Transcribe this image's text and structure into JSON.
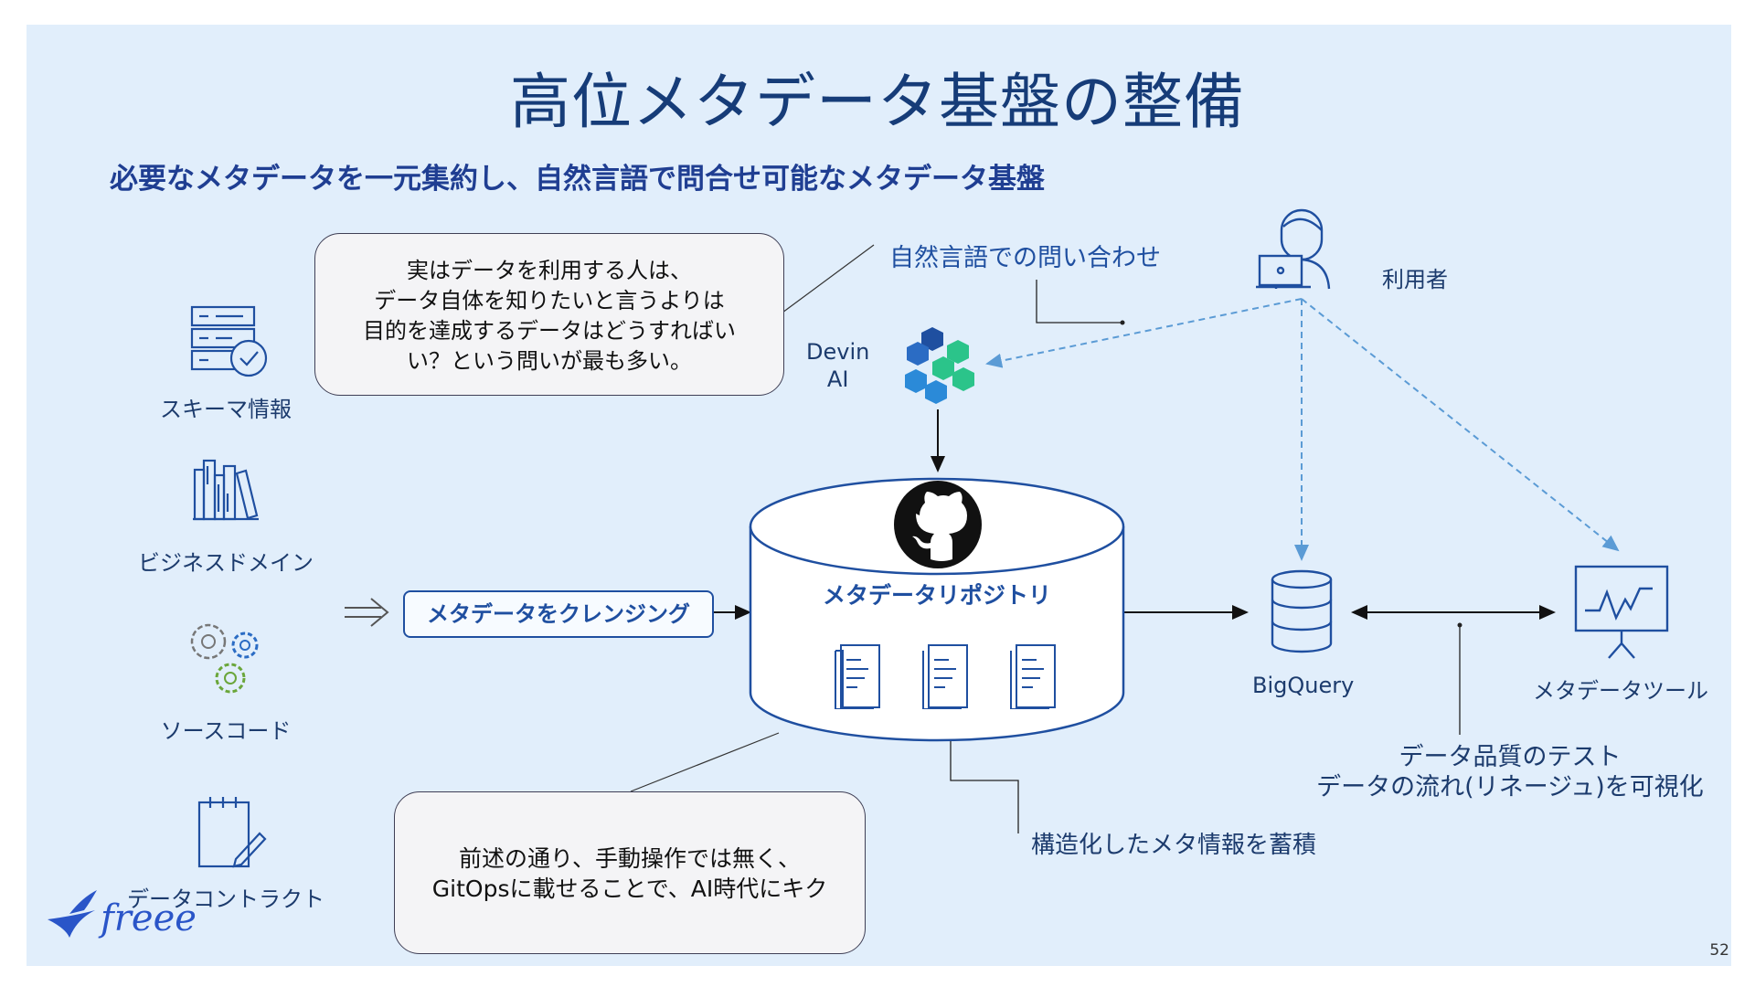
{
  "slide": {
    "title": "高位メタデータ基盤の整備",
    "subtitle": "必要なメタデータを一元集約し、自然言語で問合せ可能なメタデータ基盤",
    "page_number": "52"
  },
  "bubbles": {
    "top_lines": [
      "実はデータを利用する人は、",
      "データ自体を知りたいと言うよりは",
      "目的を達成するデータはどうすればい",
      "い？という問いが最も多い。"
    ],
    "bottom_lines": [
      "前述の通り、手動操作では無く、",
      "GitOpsに載せることで、AI時代にキク"
    ]
  },
  "sources": [
    {
      "label": "スキーマ情報",
      "icon": "schema-server-check-icon"
    },
    {
      "label": "ビジネスドメイン",
      "icon": "books-icon"
    },
    {
      "label": "ソースコード",
      "icon": "gears-icon"
    },
    {
      "label": "データコントラクト",
      "icon": "notepad-pencil-icon"
    }
  ],
  "labels": {
    "natural_language_query": "自然言語での問い合わせ",
    "user": "利用者",
    "devin_line1": "Devin",
    "devin_line2": "AI",
    "cleansing": "メタデータをクレンジング",
    "repository": "メタデータリポジトリ",
    "bigquery": "BigQuery",
    "meta_tool": "メタデータツール",
    "quality_line1": "データ品質のテスト",
    "quality_line2": "データの流れ(リネージュ)を可視化",
    "accumulate": "構造化したメタ情報を蓄積"
  },
  "logo": {
    "text": "freee"
  },
  "colors": {
    "accent": "#1f4fa0",
    "background": "#e1eefb",
    "dashed": "#5b9bd5",
    "github": "#111111",
    "devin_green": "#2bc48a"
  }
}
